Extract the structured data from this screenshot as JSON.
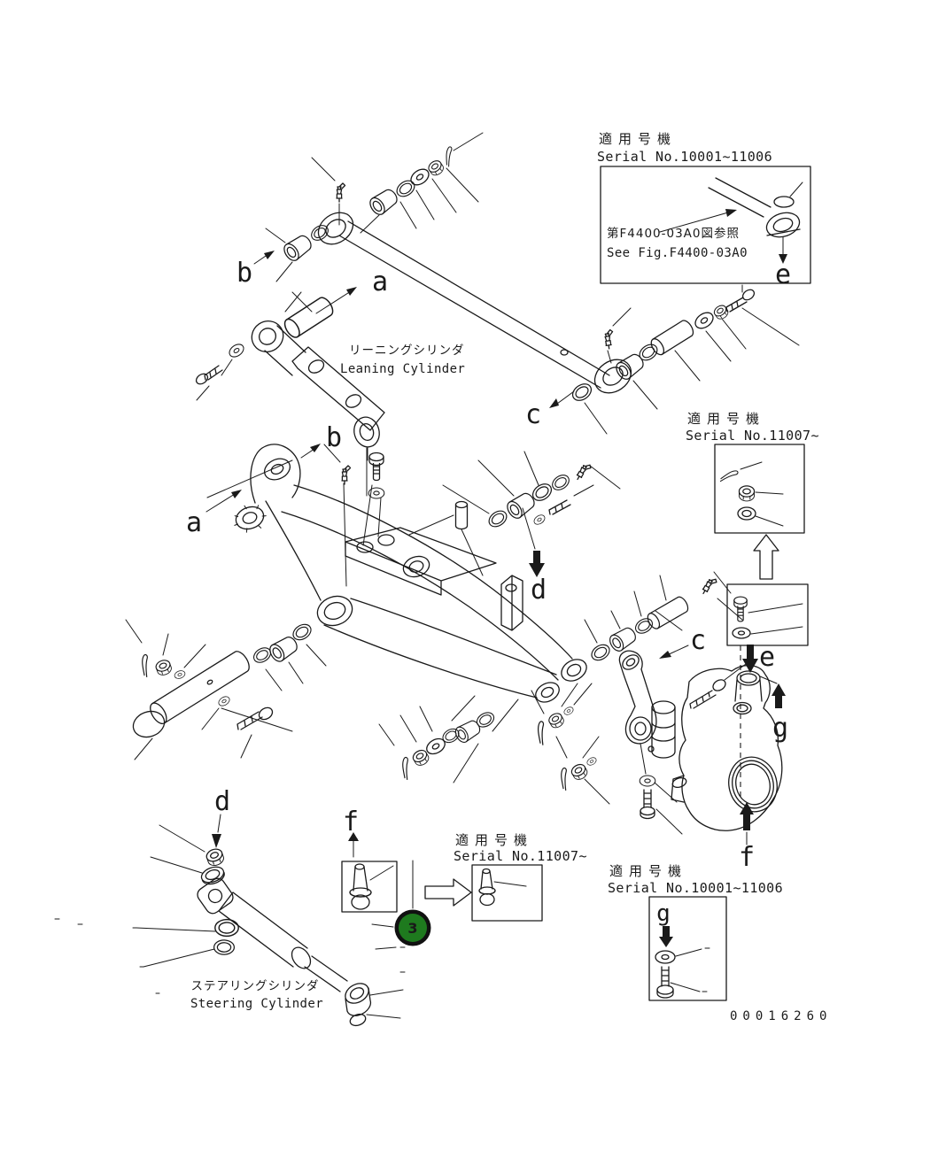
{
  "figure_number": "00016260",
  "badge": {
    "number": "3",
    "fill_color": "#1e7a1e",
    "ring_color": "#111111",
    "text_color": "#d9f2d9"
  },
  "component_labels": {
    "leaning_cylinder": {
      "jp": "リーニングシリンダ",
      "en": "Leaning Cylinder"
    },
    "steering_cylinder": {
      "jp": "ステアリングシリンダ",
      "en": "Steering Cylinder"
    }
  },
  "callouts": {
    "top_right": {
      "title": "適用号機",
      "serial": "Serial No.10001~11006",
      "ref_jp": "第F4400-03A0図参照",
      "ref_en": "See Fig.F4400-03A0",
      "marker": "e"
    },
    "mid_right": {
      "title": "適用号機",
      "serial": "Serial No.11007~"
    },
    "bottom_mid": {
      "title": "適用号機",
      "serial": "Serial No.11007~"
    },
    "bottom_right": {
      "title": "適用号機",
      "serial": "Serial No.10001~11006",
      "marker": "g"
    }
  },
  "markers": {
    "b_top": "b",
    "a_top": "a",
    "a_mid": "a",
    "b_mid": "b",
    "c_top": "c",
    "d_mid": "d",
    "c_right": "c",
    "e_right": "e",
    "g_right": "g",
    "f_knuckle": "f",
    "d_bottom": "d",
    "f_ballstud": "f"
  }
}
